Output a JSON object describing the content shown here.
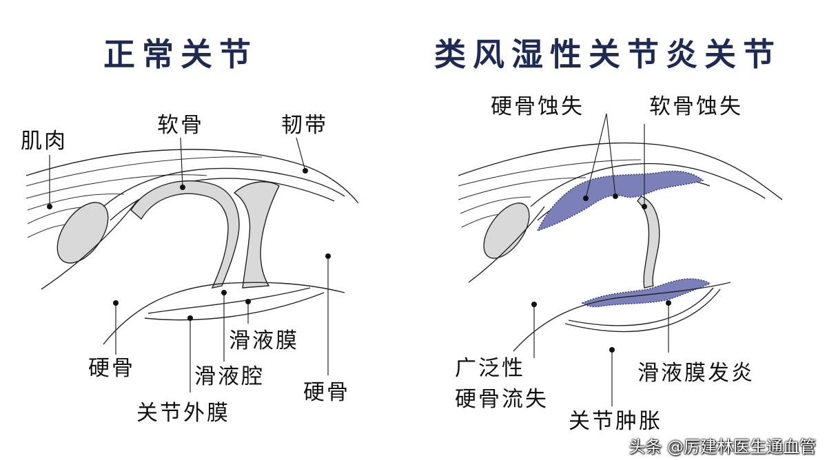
{
  "normal": {
    "title": "正常关节",
    "labels": {
      "muscle": "肌肉",
      "cartilage": "软骨",
      "ligament": "韧带",
      "synovial_membrane": "滑液膜",
      "bone_left": "硬骨",
      "synovial_cavity": "滑液腔",
      "bone_right": "硬骨",
      "joint_capsule": "关节外膜"
    }
  },
  "ra": {
    "title": "类风湿性关节炎关节",
    "labels": {
      "bone_erosion": "硬骨蚀失",
      "cartilage_erosion": "软骨蚀失",
      "bone_loss_line1": "广泛性",
      "bone_loss_line2": "硬骨流失",
      "synovitis": "滑液膜发炎",
      "joint_swelling": "关节肿胀"
    }
  },
  "watermark": "头条 @厉建林医生通血管",
  "colors": {
    "title": "#1f2a52",
    "cartilage": "#d9d9d9",
    "inflammation": "#7b80b8"
  }
}
